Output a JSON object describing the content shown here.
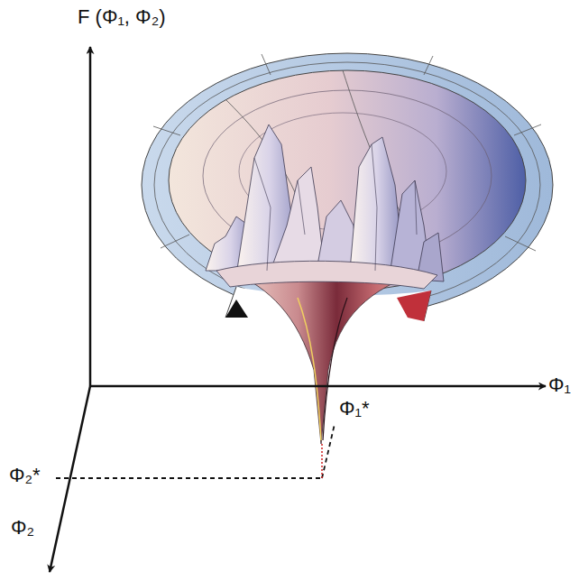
{
  "diagram": {
    "labels": [
      "F (Φ₁, Φ₂)",
      "Φ₁",
      "Φ₁*",
      "Φ₂*",
      "Φ₂"
    ]
  }
}
